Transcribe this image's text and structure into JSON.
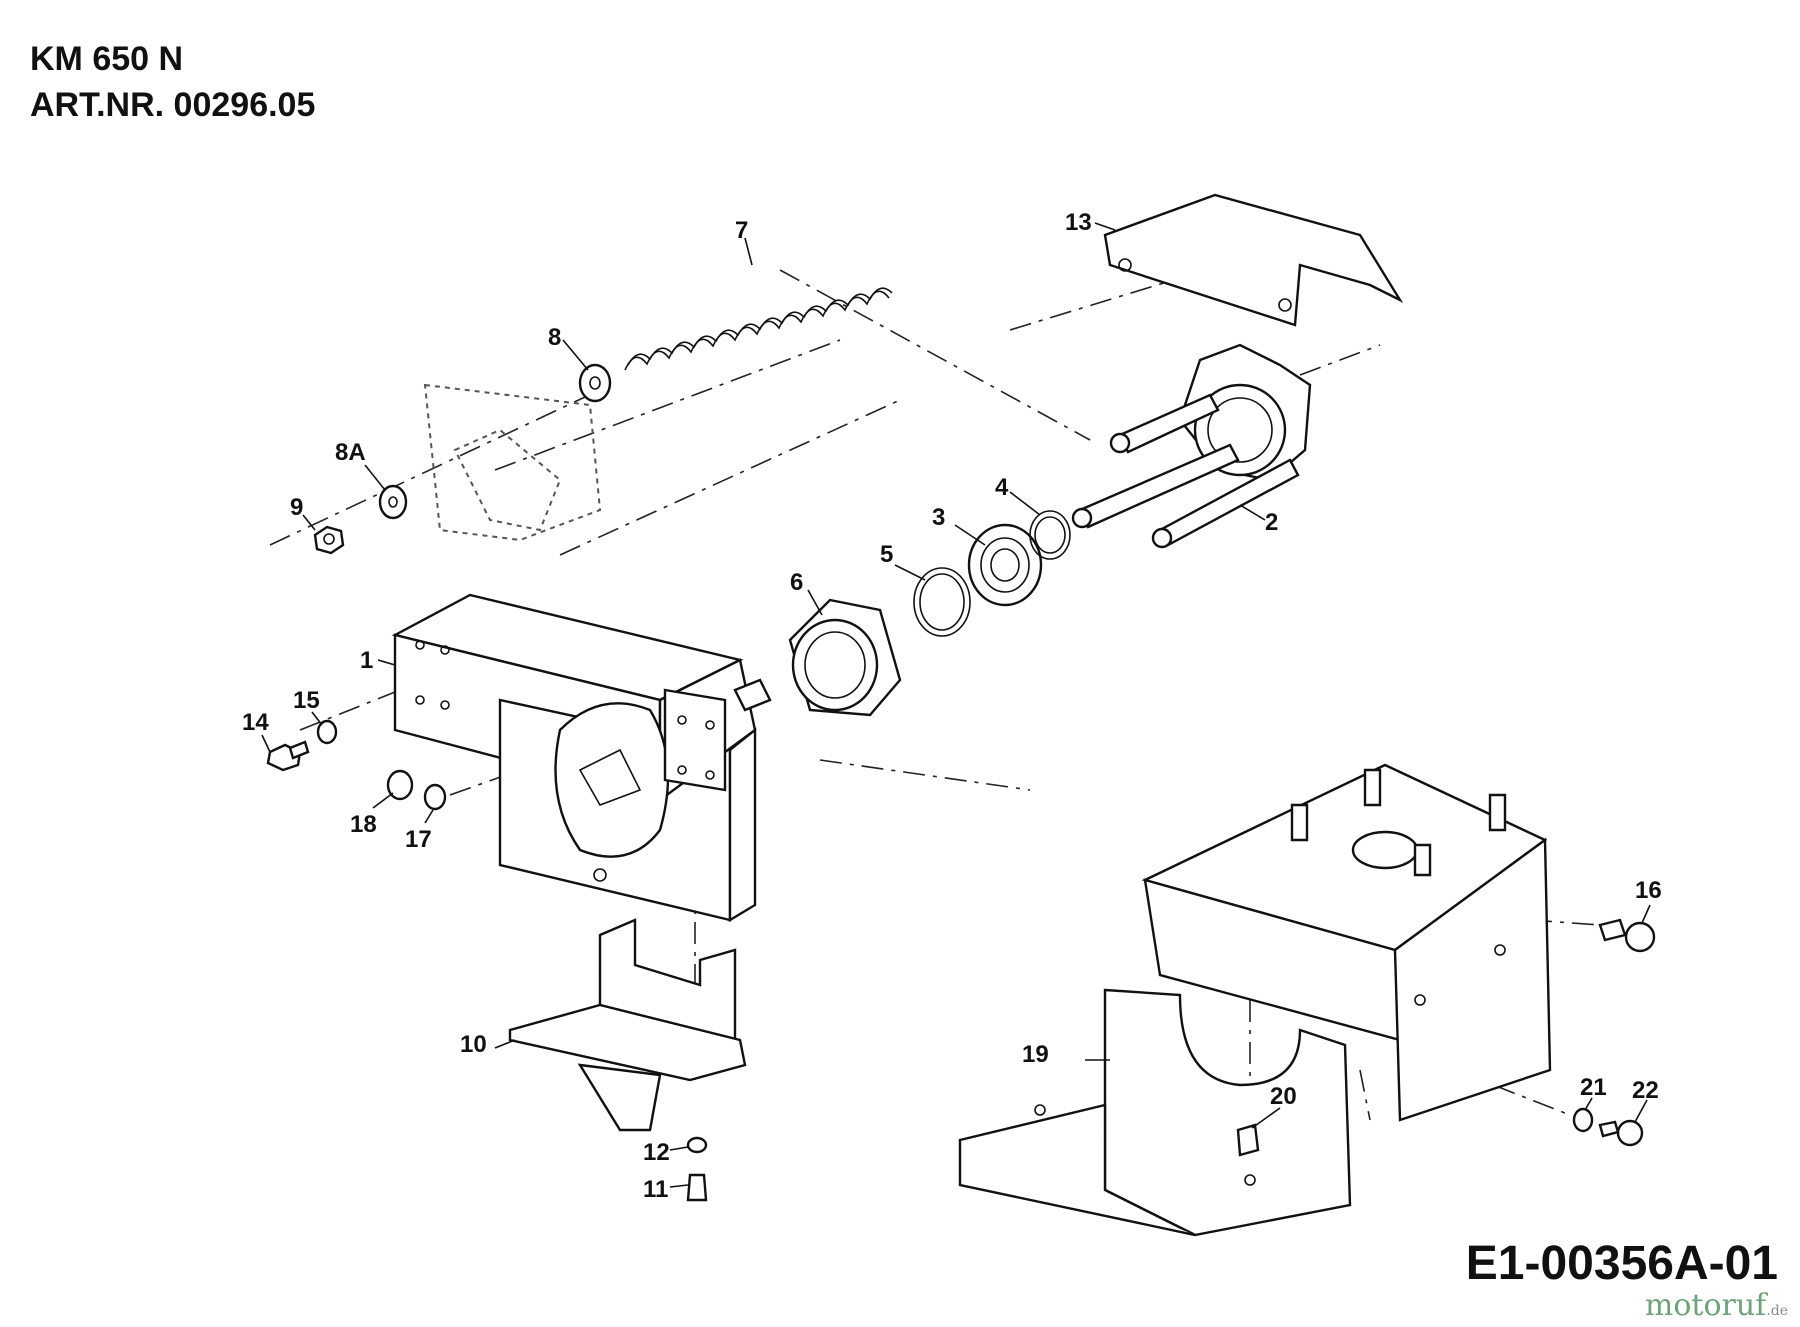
{
  "header": {
    "model": "KM 650 N",
    "art_nr": "ART.NR. 00296.05"
  },
  "drawing_code": "E1-00356A-01",
  "watermark": {
    "brand": "motoruf",
    "suffix": ".de",
    "color": "#6fa27a"
  },
  "labels": {
    "p1": "1",
    "p2": "2",
    "p3": "3",
    "p4": "4",
    "p5": "5",
    "p6": "6",
    "p7": "7",
    "p8": "8",
    "p8a": "8A",
    "p9": "9",
    "p10": "10",
    "p11": "11",
    "p12": "12",
    "p13": "13",
    "p14": "14",
    "p15": "15",
    "p16": "16",
    "p17": "17",
    "p18": "18",
    "p19": "19",
    "p20": "20",
    "p21": "21",
    "p22": "22"
  }
}
